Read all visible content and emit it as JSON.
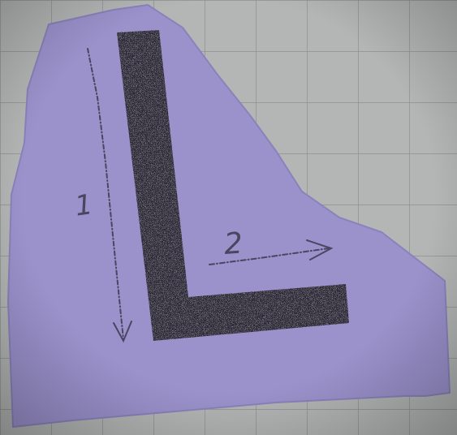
{
  "scene": {
    "description_hidden": false,
    "letter": "L",
    "strokes": [
      {
        "order_label": "1",
        "direction": "down"
      },
      {
        "order_label": "2",
        "direction": "right"
      }
    ]
  },
  "colors": {
    "grid_paper": "#b3b6b5",
    "grid_lines": "#8c9090",
    "card": "#9b92cc",
    "card_shadow": "#8a82bb",
    "letter_fill": "#2a2735",
    "pencil": "#4b4560"
  },
  "icons": {
    "down_arrow": "arrow-down-icon",
    "right_arrow": "arrow-right-icon"
  }
}
